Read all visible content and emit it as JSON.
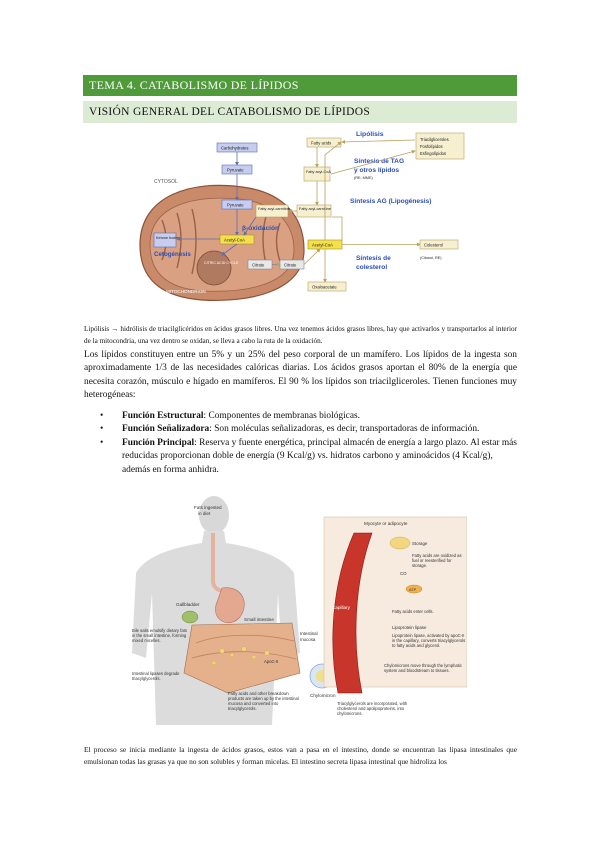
{
  "header": {
    "title": "TEMA 4. CATABOLISMO DE LÍPIDOS",
    "subtitle": "VISIÓN GENERAL DEL CATABOLISMO DE LÍPIDOS"
  },
  "figure1": {
    "labels": {
      "carbohydrates": "Carbohydrates",
      "pyruvate_top": "Pyruvate",
      "pyruvate_mito": "Pyruvate",
      "cytosol": "CYTOSOL",
      "fatty_acids": "Fatty acids",
      "fatty_acyl_coa": "Fatty acyl-CoA",
      "fatty_acyl_carnitine_cyto": "Fatty acyl-carnitine",
      "fatty_acyl_carnitine_mito": "Fatty acyl-carnitine",
      "beta_oxidacion": "β-oxidación",
      "acetyl_coa_mito": "Acetyl-CoA",
      "acetyl_coa_cyto": "Acetyl-CoA",
      "ketone_bodies": "Ketone bodies",
      "cetogenesis": "Cetogénesis",
      "citrate_mito": "Citrate",
      "citrate_cyto": "Citrate",
      "citric_acid_cycle": "CITRIC ACID CYCLE",
      "mitochondrion": "MITOCHONDRION",
      "oxaloacetate": "Oxaloacetate",
      "cholesterol": "Colesterol",
      "lipolisis": "Lipólisis",
      "triacylglycerides": "Triacilgliceroles",
      "phospholipids": "Fosfolípidos",
      "sphingolipids": "Esfingolípidos",
      "sintesis_tag": "Síntesis de TAG",
      "y_otros_lipidos": "y otros lípidos",
      "re_mme": "(RE, MME)",
      "sintesis_ag": "Síntesis AG (Lipogénesis)",
      "sintesis_de": "Síntesis de",
      "colesterol_label": "colesterol",
      "citosol_re": "(Citosol, RE)"
    }
  },
  "caption1": {
    "term": "Lipólisis",
    "arrow": "→",
    "text": " hidrólisis de triacilglicéridos en ácidos grasos libres. Una vez tenemos ácidos grasos libres, hay que activarlos y transportarlos al interior de la mitocondria, una vez dentro se oxidan, se lleva a cabo la ruta de la oxidación."
  },
  "paragraph1": "Los lípidos constituyen entre un 5% y un 25% del peso corporal de un mamífero. Los lípidos de la ingesta son aproximadamente 1/3 de las necesidades calóricas diarias. Los ácidos grasos aportan el 80% de la energía que necesita corazón, músculo e hígado en mamíferos. El 90 % los lípidos son triacilgliceroles. Tienen funciones muy heterogéneas:",
  "bullets": [
    {
      "term": "Función Estructural",
      "text": ": Componentes de membranas biológicas."
    },
    {
      "term": "Función Señalizadora",
      "text": ": Son moléculas señalizadoras, es decir, transportadoras de información."
    },
    {
      "term": "Función Principal",
      "text": ": Reserva y fuente energética, principal almacén de energía a largo plazo. Al estar más reducidas proporcionan doble de energía (9 Kcal/g) vs. hidratos carbono y aminoácidos (4 Kcal/g), además en forma anhidra."
    }
  ],
  "figure2": {
    "labels": {
      "fats_ingested": "Fats ingested",
      "in_diet": "in diet",
      "gallbladder": "Gallbladder",
      "small_intestine": "Small intestine",
      "intestinal": "Intestinal",
      "mucosa": "mucosa",
      "apoc": "ApoC-II",
      "chylomicron": "Chylomicron",
      "myocyte": "Myocyte or adipocyte",
      "storage": "Storage",
      "co2": "CO",
      "atp": "ATP",
      "capillary": "Capillary",
      "lipoprotein_lipase": "Lipoprotein lipase",
      "step1": "Bile salts emulsify dietary fats in the small intestine, forming mixed micelles.",
      "step2": "Intestinal lipases degrade triacylglycerols.",
      "step3": "Fatty acids and other breakdown products are taken up by the intestinal mucosa and converted into triacylglycerols.",
      "step4": "Triacylglycerols are incorporated, with cholesterol and apolipoproteins, into chylomicrons.",
      "step5": "Chylomicrons move through the lymphatic system and bloodstream to tissues.",
      "step6": "Lipoprotein lipase, activated by apoC-II in the capillary, converts triacylglycerols to fatty acids and glycerol.",
      "step7": "Fatty acids enter cells.",
      "step8": "Fatty acids are oxidized as fuel or reesterified for storage."
    }
  },
  "paragraph2": "El proceso se inicia mediante la ingesta de ácidos grasos, estos van a pasa en el intestino, donde se encuentran las lipasa intestinales que emulsionan todas las grasas ya que no son solubles y forman micelas. El intestino secreta lipasa intestinal que hidroliza los",
  "colors": {
    "title_bar": "#4f9b3a",
    "subtitle_bar": "#dcebd3",
    "mito_fill": "#c98a6a",
    "label_blue": "#2a4fb8"
  }
}
